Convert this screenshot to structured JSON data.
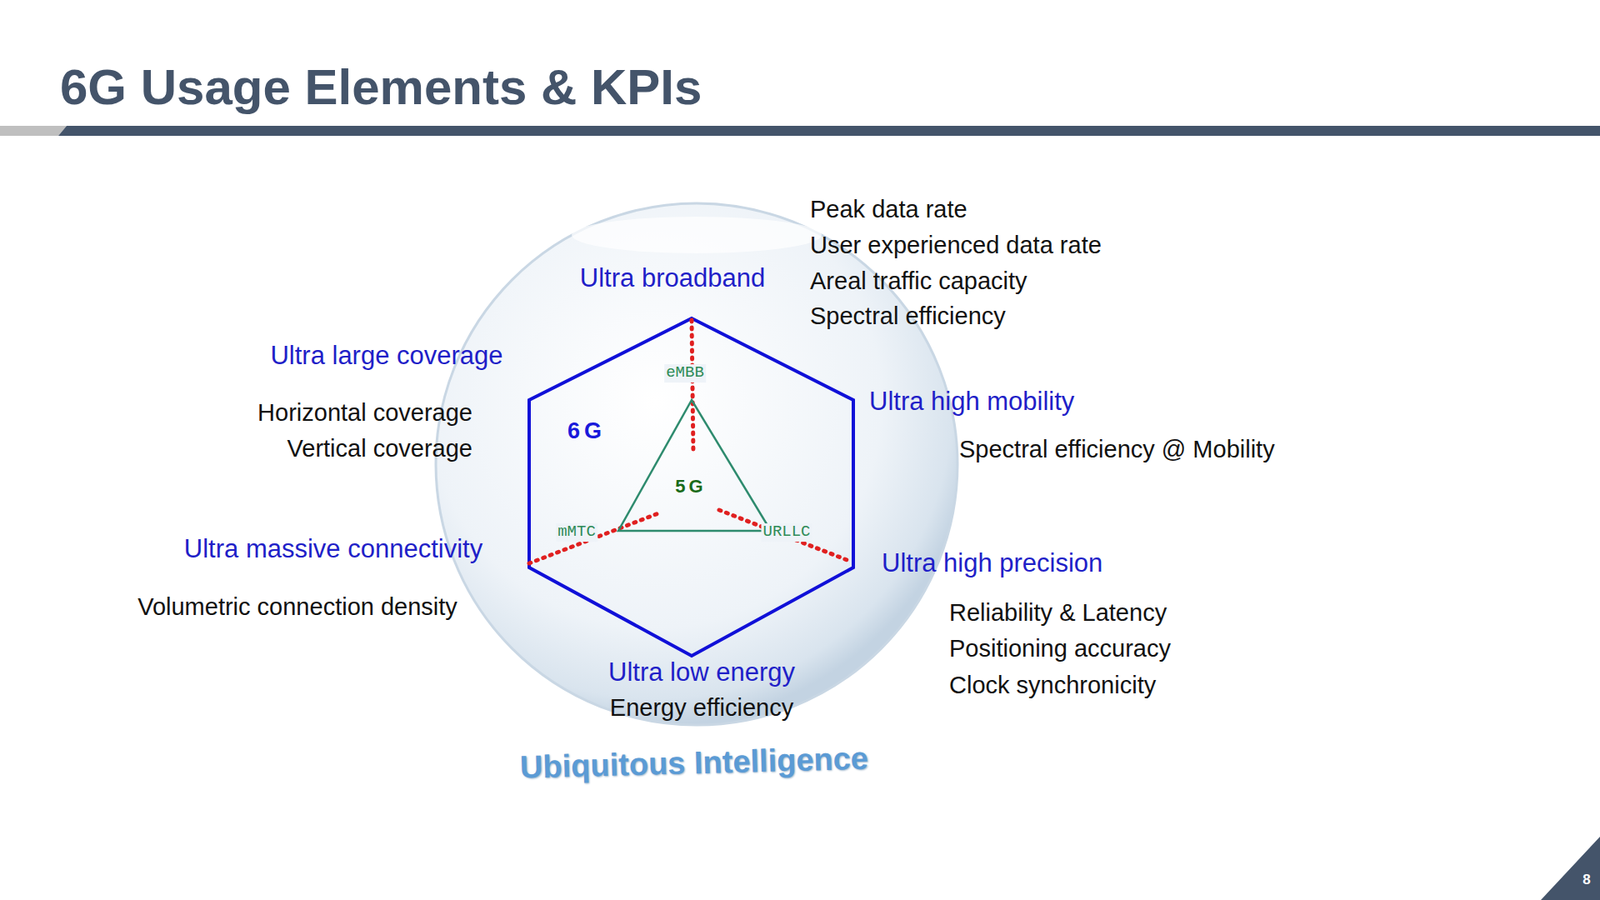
{
  "diagram": {
    "title": "6G Usage Elements & KPIs",
    "nodes": [
      {
        "text": [
          "Ubiquitous Intelligence"
        ]
      },
      {
        "text": [
          "6G"
        ],
        "in": 0
      },
      {
        "text": [
          "5G"
        ],
        "in": 1
      }
    ],
    "labels": [
      "Ultra broadband",
      "Peak data rate",
      "User experienced data rate",
      "Areal traffic capacity",
      "Spectral efficiency",
      "Ultra large coverage",
      "Horizontal coverage",
      "Vertical coverage",
      "Ultra high mobility",
      "Spectral efficiency @ Mobility",
      "eMBB",
      "mMTC",
      "URLLC",
      "Ultra massive connectivity",
      "Volumetric connection density",
      "Ultra high precision",
      "Reliability & Latency",
      "Positioning accuracy",
      "Clock synchronicity",
      "Ultra low energy",
      "Energy efficiency",
      "8"
    ]
  }
}
